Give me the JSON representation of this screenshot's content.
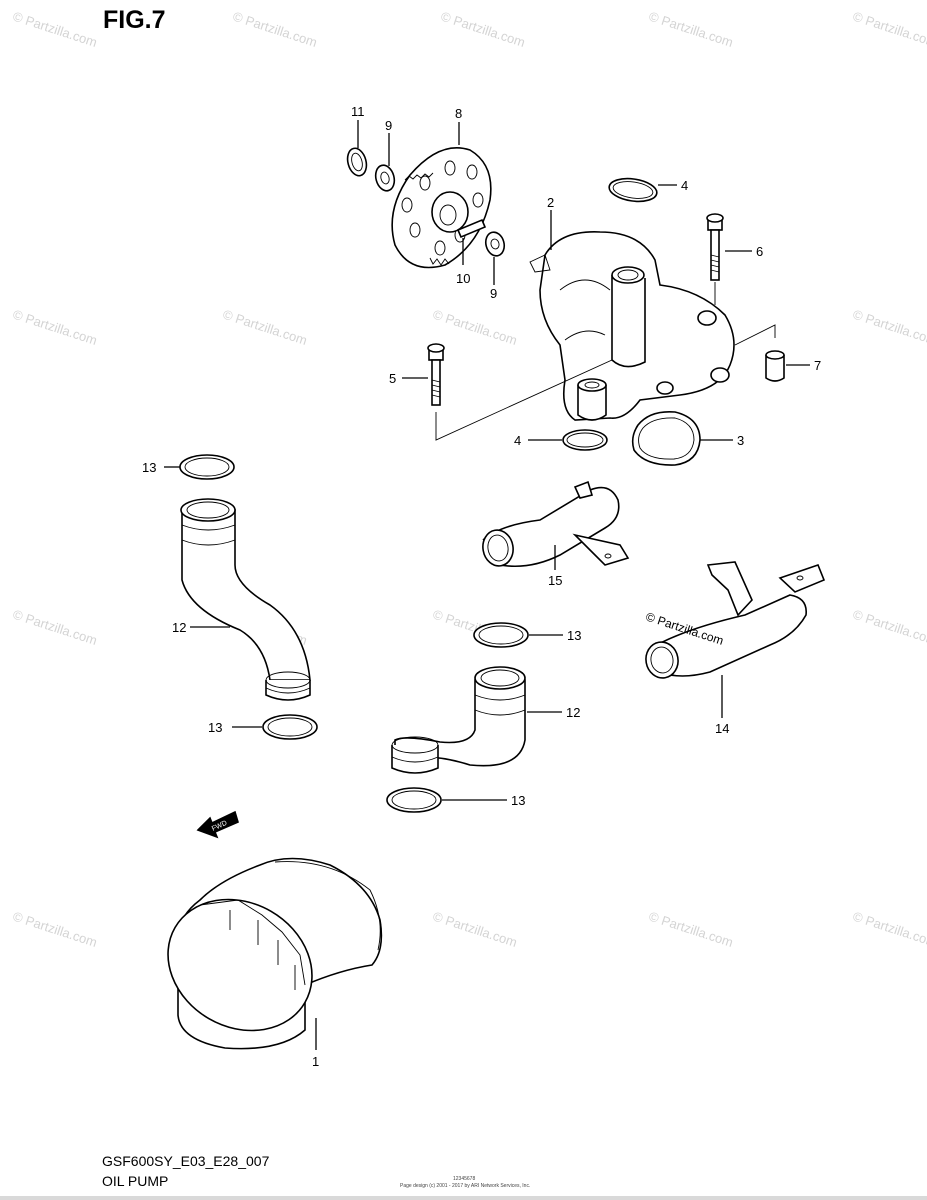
{
  "figure": {
    "title": "FIG.7"
  },
  "footer": {
    "code": "GSF600SY_E03_E28_007",
    "name": "OIL PUMP",
    "fine_print_1": "12345678",
    "fine_print_2": "Page design (c) 2001 - 2017 by ARI Network Services, Inc."
  },
  "watermark": {
    "text": "© Partzilla.com"
  },
  "callouts": {
    "c1": "1",
    "c2": "2",
    "c3": "3",
    "c4a": "4",
    "c4b": "4",
    "c5": "5",
    "c6": "6",
    "c7": "7",
    "c8": "8",
    "c9a": "9",
    "c9b": "9",
    "c10": "10",
    "c11": "11",
    "c12a": "12",
    "c12b": "12",
    "c13a": "13",
    "c13b": "13",
    "c13c": "13",
    "c13d": "13",
    "c14": "14",
    "c15": "15"
  },
  "labels": {
    "fwd": "FWD"
  }
}
